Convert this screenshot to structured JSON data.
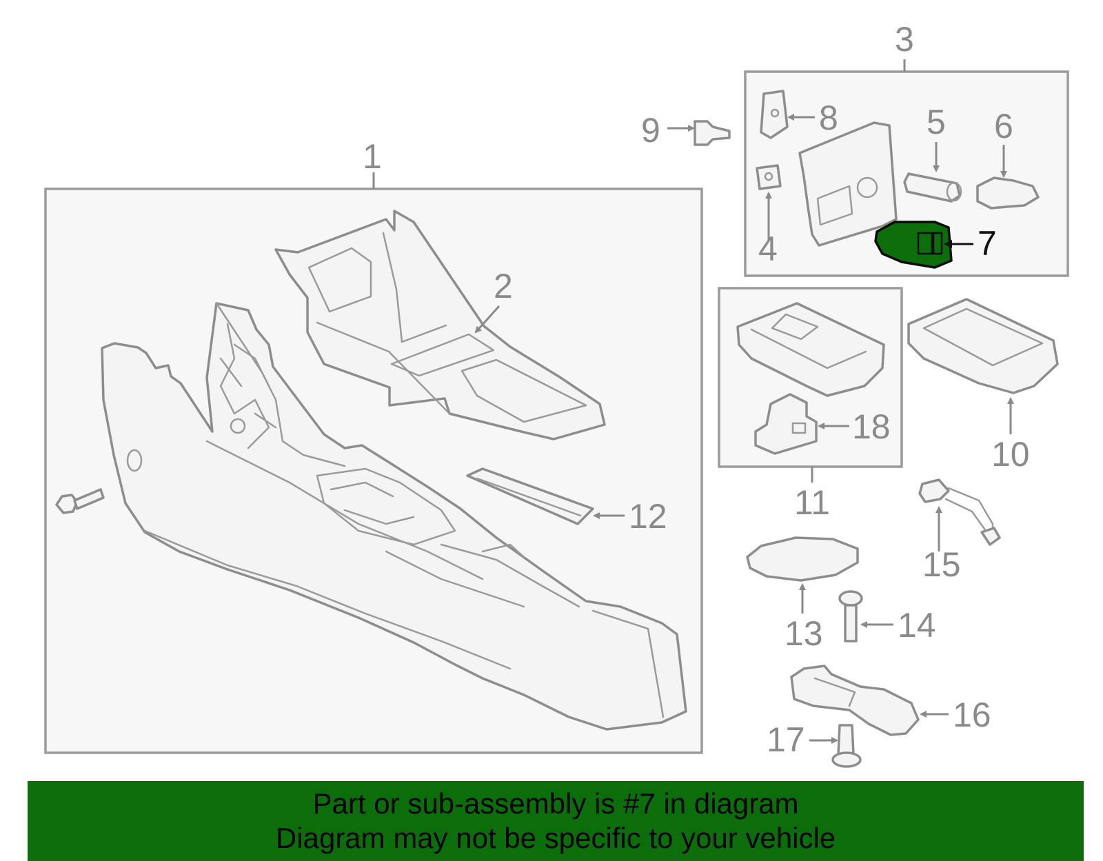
{
  "diagram": {
    "callouts": [
      "1",
      "2",
      "3",
      "4",
      "5",
      "6",
      "7",
      "8",
      "9",
      "10",
      "11",
      "12",
      "13",
      "14",
      "15",
      "16",
      "17",
      "18"
    ],
    "highlight_color": "#0b6e0b"
  },
  "banner": {
    "line1": "Part or sub-assembly is #7 in diagram",
    "line2": "Diagram may not be specific to your vehicle",
    "background": "#0b6e0b"
  }
}
